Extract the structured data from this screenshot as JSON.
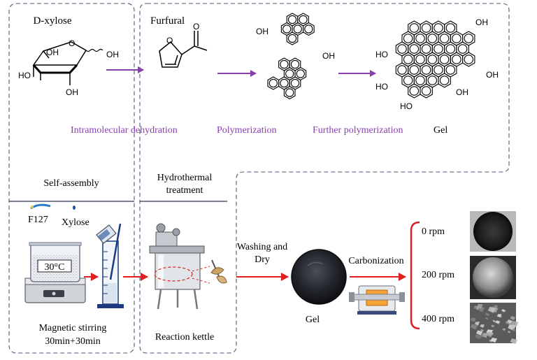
{
  "colors": {
    "process_label": "#8a3fb0",
    "purple_arrow": "#8a3fb0",
    "red_arrow": "#e02020",
    "panel_border": "#4a5a78",
    "divider": "#2a3550"
  },
  "chemistry": {
    "d_xylose": "D-xylose",
    "furfural": "Furfural",
    "oh": "OH",
    "ho": "HO",
    "o": "O",
    "labels": {
      "dehydration": "Intramolecular dehydration",
      "polymerization": "Polymerization",
      "further": "Further polymerization",
      "gel": "Gel"
    }
  },
  "self_assembly": {
    "title": "Self-assembly",
    "f127": "F127",
    "xylose": "Xylose",
    "temperature": "30°C",
    "caption_line1": "Magnetic stirring",
    "caption_line2": "30min+30min"
  },
  "hydrothermal": {
    "title_line1": "Hydrothermal",
    "title_line2": "treatment",
    "caption": "Reaction kettle"
  },
  "post": {
    "washing_line1": "Washing and",
    "washing_line2": "Dry",
    "gel": "Gel",
    "carbonization": "Carbonization"
  },
  "results": [
    {
      "rpm": "0 rpm",
      "icon": "sem-sphere-dark"
    },
    {
      "rpm": "200 rpm",
      "icon": "sem-sphere-grey"
    },
    {
      "rpm": "400 rpm",
      "icon": "sem-flakes"
    }
  ]
}
